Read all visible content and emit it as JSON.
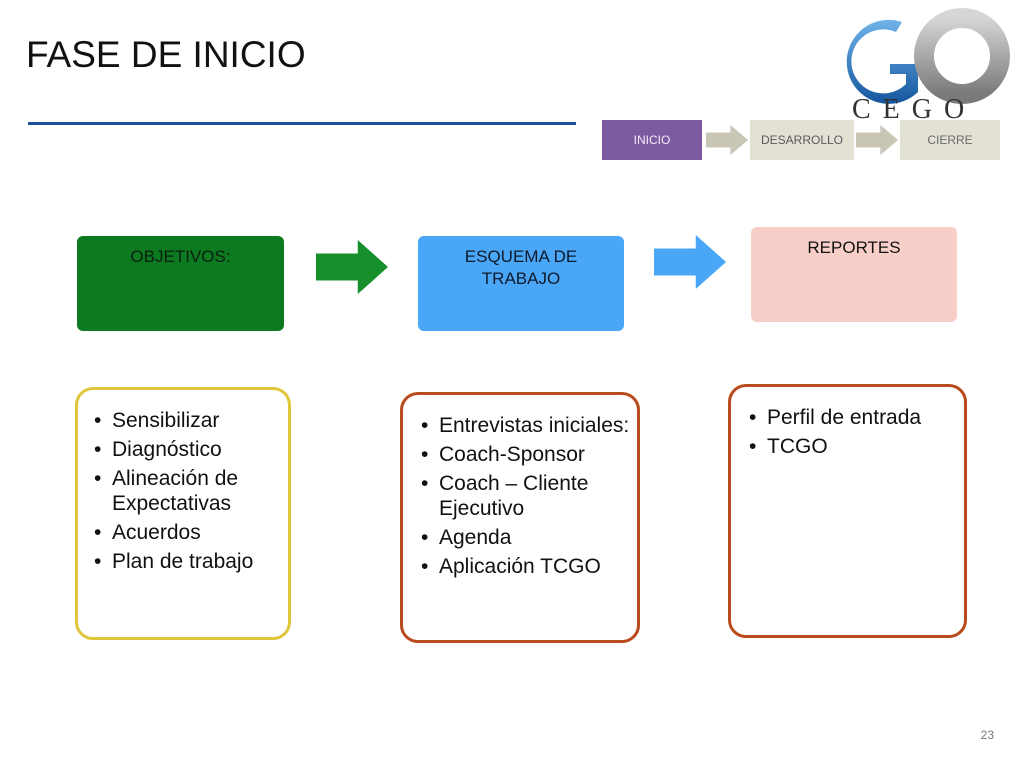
{
  "page": {
    "title": "FASE DE INICIO",
    "page_number": "23"
  },
  "logo": {
    "text": "CEGO",
    "colors": {
      "g": "#1f6fc0",
      "o": "#9a9a9a"
    }
  },
  "phases": [
    {
      "label": "INICIO",
      "active": true
    },
    {
      "label": "DESARROLLO",
      "active": false
    },
    {
      "label": "CIERRE",
      "active": false
    }
  ],
  "columns": [
    {
      "header": "OBJETIVOS:",
      "header_color": "#0b7a20",
      "items": [
        "Sensibilizar",
        "Diagnóstico",
        "Alineación de Expectativas",
        "Acuerdos",
        "Plan de trabajo"
      ]
    },
    {
      "header": "ESQUEMA DE TRABAJO",
      "header_color": "#4aa6f7",
      "items": [
        "Entrevistas iniciales:",
        "Coach-Sponsor",
        "Coach – Cliente Ejecutivo",
        "Agenda",
        "Aplicación TCGO"
      ]
    },
    {
      "header": "REPORTES",
      "header_color": "#f8cfc8",
      "items": [
        "Perfil de entrada",
        "TCGO"
      ]
    }
  ],
  "colors": {
    "title_rule": "#1f4e9b",
    "active_phase": "#7d5ba1",
    "inactive_phase": "#e3e1d4"
  }
}
